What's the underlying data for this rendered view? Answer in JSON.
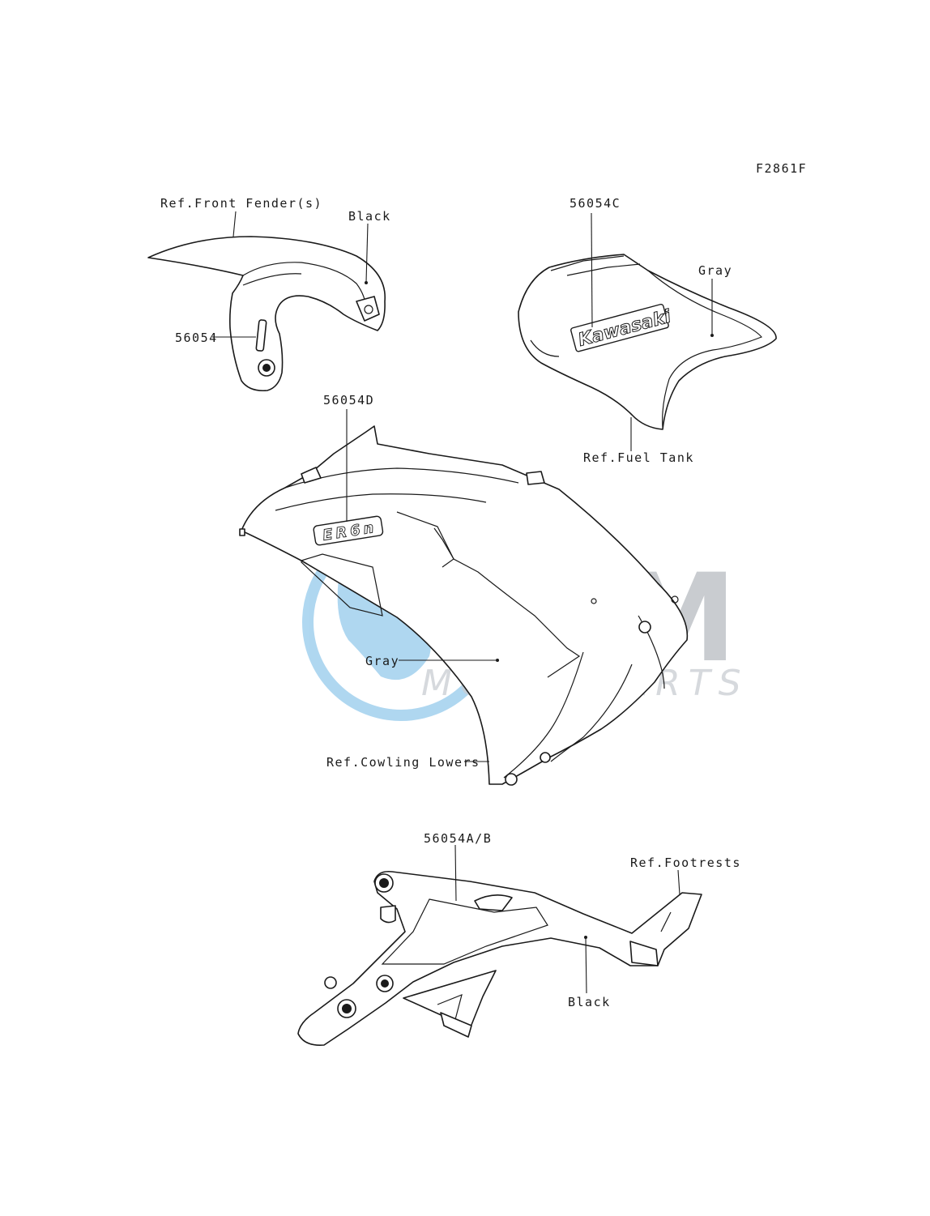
{
  "figure_code": "F2861F",
  "labels": {
    "front_fender_ref": "Ref.Front Fender(s)",
    "fender_color": "Black",
    "fender_part": "56054",
    "tank_part": "56054C",
    "tank_color": "Gray",
    "fuel_tank_ref": "Ref.Fuel Tank",
    "cowling_part": "56054D",
    "cowling_color": "Gray",
    "cowling_ref": "Ref.Cowling Lowers",
    "footrest_part": "56054A/B",
    "footrest_ref": "Ref.Footrests",
    "footrest_color": "Black"
  },
  "decals": {
    "tank_brand": "Kawasaki",
    "cowling_model": "ER6n"
  },
  "watermark": {
    "brand": "OSM",
    "subtitle": "MOTORPARTS"
  },
  "colors": {
    "line": "#1a1a1a",
    "watermark_blue": "#4fa8e0",
    "watermark_gray": "#9ea4ab"
  }
}
